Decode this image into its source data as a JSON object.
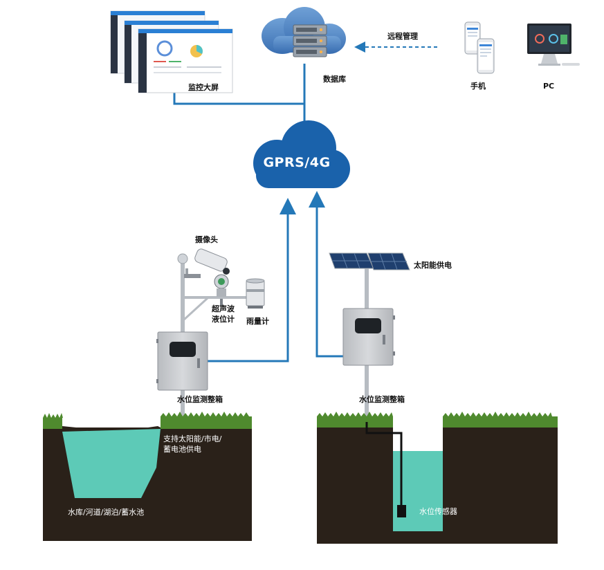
{
  "labels": {
    "monitor_screen": "监控大屏",
    "database": "数据库",
    "remote_mgmt": "远程管理",
    "phone": "手机",
    "pc": "PC",
    "network": "GPRS/4G",
    "camera": "摄像头",
    "ultrasonic_1": "超声波",
    "ultrasonic_2": "液位计",
    "rain_gauge": "雨量计",
    "solar_power": "太阳能供电",
    "station_left": "水位监测整箱",
    "station_right": "水位监测整箱",
    "power_1": "支持太阳能/市电/",
    "power_2": "蓄电池供电",
    "water_body": "水库/河道/湖泊/蓄水池",
    "water_sensor": "水位传感器"
  },
  "colors": {
    "network_blue": "#1a62ab",
    "line_blue": "#2478b8",
    "soil": "#2a2119",
    "grass": "#4f8a2e",
    "water": "#5dcab7",
    "cabinet": "#c9cbce"
  }
}
